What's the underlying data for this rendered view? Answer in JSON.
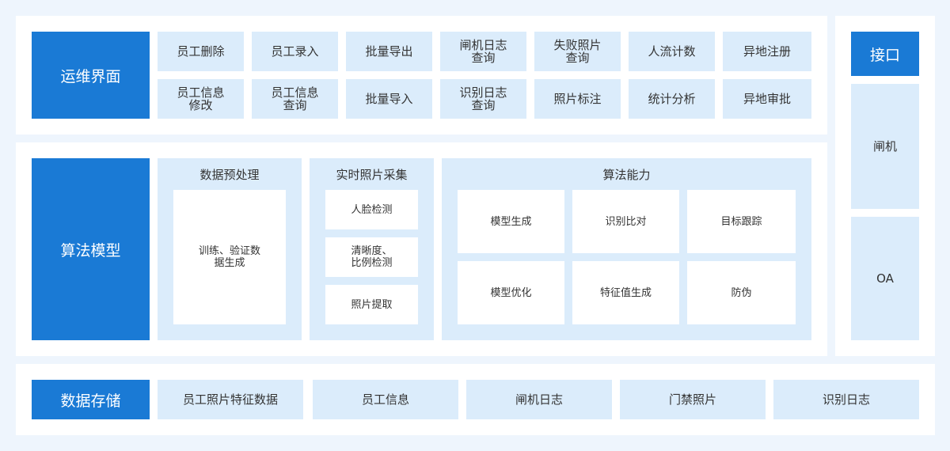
{
  "ops": {
    "title": "运维界面",
    "tiles": [
      "员工删除",
      "员工录入",
      "批量导出",
      "闸机日志\n查询",
      "失败照片\n查询",
      "人流计数",
      "异地注册",
      "员工信息\n修改",
      "员工信息\n查询",
      "批量导入",
      "识别日志\n查询",
      "照片标注",
      "统计分析",
      "异地审批"
    ]
  },
  "algo": {
    "title": "算法模型",
    "preprocess": {
      "title": "数据预处理",
      "item": "训练、验证数\n据生成"
    },
    "capture": {
      "title": "实时照片采集",
      "items": [
        "人脸检测",
        "清晰度、\n比例检测",
        "照片提取"
      ]
    },
    "capability": {
      "title": "算法能力",
      "items": [
        "模型生成",
        "识别比对",
        "目标跟踪",
        "模型优化",
        "特征值生成",
        "防伪"
      ]
    }
  },
  "iface": {
    "title": "接口",
    "items": [
      "闸机",
      "OA"
    ]
  },
  "storage": {
    "title": "数据存储",
    "items": [
      "员工照片特征数据",
      "员工信息",
      "闸机日志",
      "门禁照片",
      "识别日志"
    ]
  }
}
